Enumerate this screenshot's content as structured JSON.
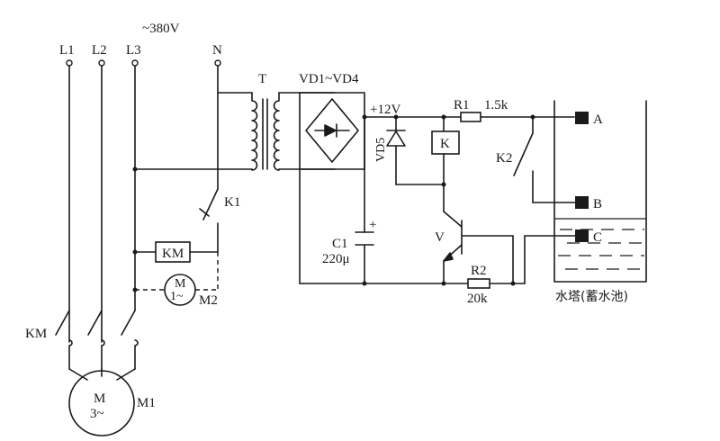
{
  "labels": {
    "voltage": "~380V",
    "l1": "L1",
    "l2": "L2",
    "l3": "L3",
    "neutral": "N",
    "transformer": "T",
    "bridge": "VD1~VD4",
    "supply": "+12V",
    "r1": "R1",
    "r1_value": "1.5k",
    "diode": "VD5",
    "relay": "K",
    "relay_contact": "K2",
    "contact_k1": "K1",
    "contactor_coil": "KM",
    "contactor_main": "KM",
    "pump_m2_letter": "M",
    "pump_m2_phase": "1~",
    "pump_m2": "M2",
    "transistor": "V",
    "capacitor": "C1",
    "capacitor_value": "220μ",
    "capacitor_polarity": "+",
    "r2": "R2",
    "r2_value": "20k",
    "motor_letter": "M",
    "motor_phase": "3~",
    "motor": "M1",
    "probe_a": "A",
    "probe_b": "B",
    "probe_c": "C",
    "tank": "水塔(蓄水池)"
  }
}
